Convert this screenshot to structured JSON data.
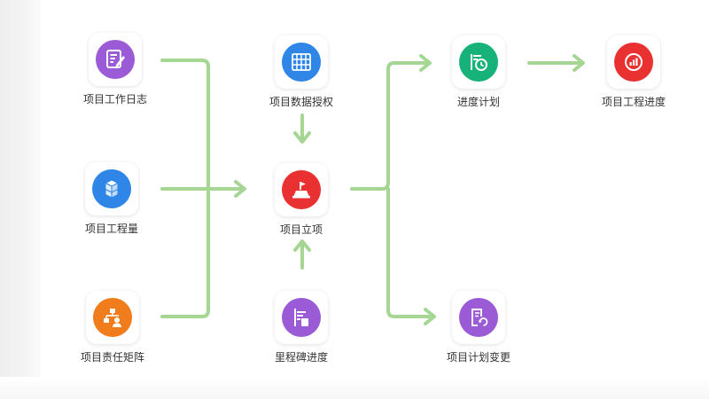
{
  "colors": {
    "arrow": "#a5d694",
    "label": "#333333",
    "purple": "#9b5bd6",
    "blue": "#2f86e6",
    "orange": "#f07c1c",
    "red": "#e93131",
    "green": "#17b27a"
  },
  "nodes": {
    "work_log": {
      "label": "项目工作日志",
      "icon": "notepad-pencil-icon",
      "color": "#9b5bd6"
    },
    "quantity": {
      "label": "项目工程量",
      "icon": "cubes-icon",
      "color": "#2f86e6"
    },
    "responsibility_matrix": {
      "label": "项目责任矩阵",
      "icon": "org-chart-person-icon",
      "color": "#f07c1c"
    },
    "data_auth": {
      "label": "项目数据授权",
      "icon": "grid-table-icon",
      "color": "#2f86e6"
    },
    "project_setup": {
      "label": "项目立项",
      "icon": "flag-podium-icon",
      "color": "#e93131"
    },
    "milestone_progress": {
      "label": "里程碑进度",
      "icon": "milestone-list-icon",
      "color": "#9b5bd6"
    },
    "schedule_plan": {
      "label": "进度计划",
      "icon": "schedule-clock-icon",
      "color": "#17b27a"
    },
    "plan_change": {
      "label": "项目计划变更",
      "icon": "document-refresh-icon",
      "color": "#9b5bd6"
    },
    "engineering_progress": {
      "label": "项目工程进度",
      "icon": "bar-chart-circle-icon",
      "color": "#e93131"
    }
  }
}
